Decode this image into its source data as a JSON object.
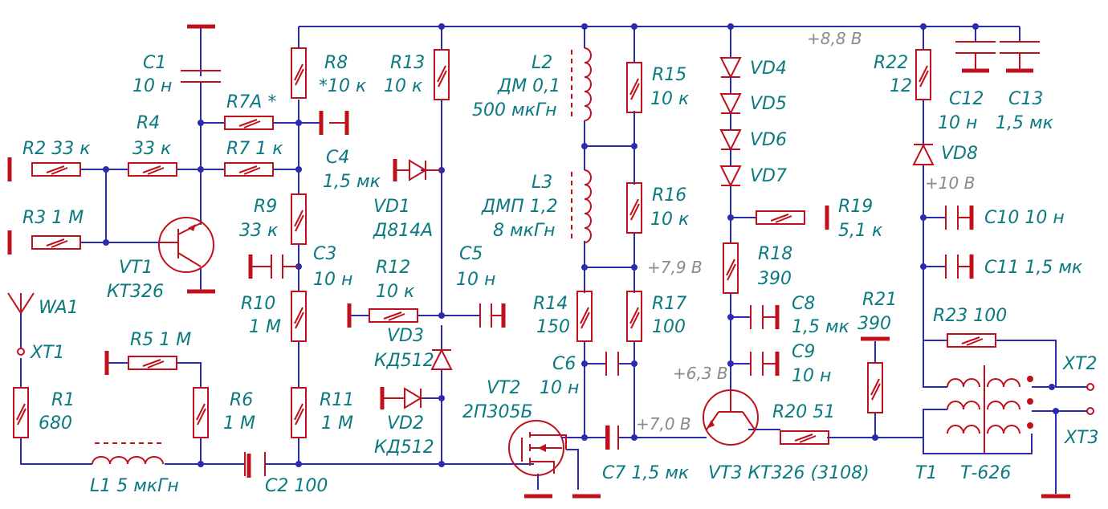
{
  "labels": {
    "C1": "C1",
    "C1v": "10 н",
    "R2": "R2  33 к",
    "R4": "R4",
    "R4v": "33 к",
    "R3": "R3  1 М",
    "R7A": "R7A *",
    "R7": "R7  1 к",
    "VT1": "VT1",
    "VT1t": "КТ326",
    "R8": "R8",
    "R8v": "*10 к",
    "C4": "C4",
    "C4v": "1,5 мк",
    "R9": "R9",
    "R9v": "33 к",
    "C3": "C3",
    "C3v": "10 н",
    "R10": "R10",
    "R10v": "1 М",
    "R11": "R11",
    "R11v": "1 М",
    "WA1": "WA1",
    "XT1": "XT1",
    "R1": "R1",
    "R1v": "680",
    "R5": "R5 1 М",
    "R6": "R6",
    "R6v": "1 М",
    "L1": "L1  5 мкГн",
    "C2": "C2 100",
    "R13": "R13",
    "R13v": "10 к",
    "VD1": "VD1",
    "VD1t": "Д814А",
    "R12": "R12",
    "R12v": "10 к",
    "C5": "C5",
    "C5v": "10 н",
    "VD3": "VD3",
    "VD3t": "КД512",
    "VD2": "VD2",
    "VD2t": "КД512",
    "VT2": "VT2",
    "VT2t": "2П305Б",
    "L2": "L2",
    "L2t": "ДМ 0,1",
    "L2v": "500 мкГн",
    "L3": "L3",
    "L3t": "ДМП 1,2",
    "L3v": "8 мкГн",
    "R15": "R15",
    "R15v": "10 к",
    "R16": "R16",
    "R16v": "10 к",
    "R14": "R14",
    "R14v": "150",
    "R17": "R17",
    "R17v": "100",
    "C6": "C6",
    "C6v": "10 н",
    "C7": "C7  1,5 мк",
    "VD4": "VD4",
    "VD5": "VD5",
    "VD6": "VD6",
    "VD7": "VD7",
    "R19": "R19",
    "R19v": "5,1 к",
    "R18": "R18",
    "R18v": "390",
    "C8": "C8",
    "C8v": "1,5 мк",
    "C9": "C9",
    "C9v": "10 н",
    "VT3": "VT3 КТ326 (3108)",
    "R20": "R20    51",
    "R21": "R21",
    "R21v": "390",
    "R22": "R22",
    "R22v": "12",
    "C12": "C12",
    "C12v": "10 н",
    "C13": "C13",
    "C13v": "1,5 мк",
    "VD8": "VD8",
    "C10": "C10 10 н",
    "C11": "C11 1,5 мк",
    "R23": "R23  100",
    "XT2": "XT2",
    "XT3": "XT3",
    "T1": "T1",
    "T1t": "Т-626"
  },
  "voltages": {
    "v88": "+8,8 В",
    "v10": "+10 В",
    "v79": "+7,9 В",
    "v70": "+7,0 В",
    "v63": "+6,3 В"
  }
}
